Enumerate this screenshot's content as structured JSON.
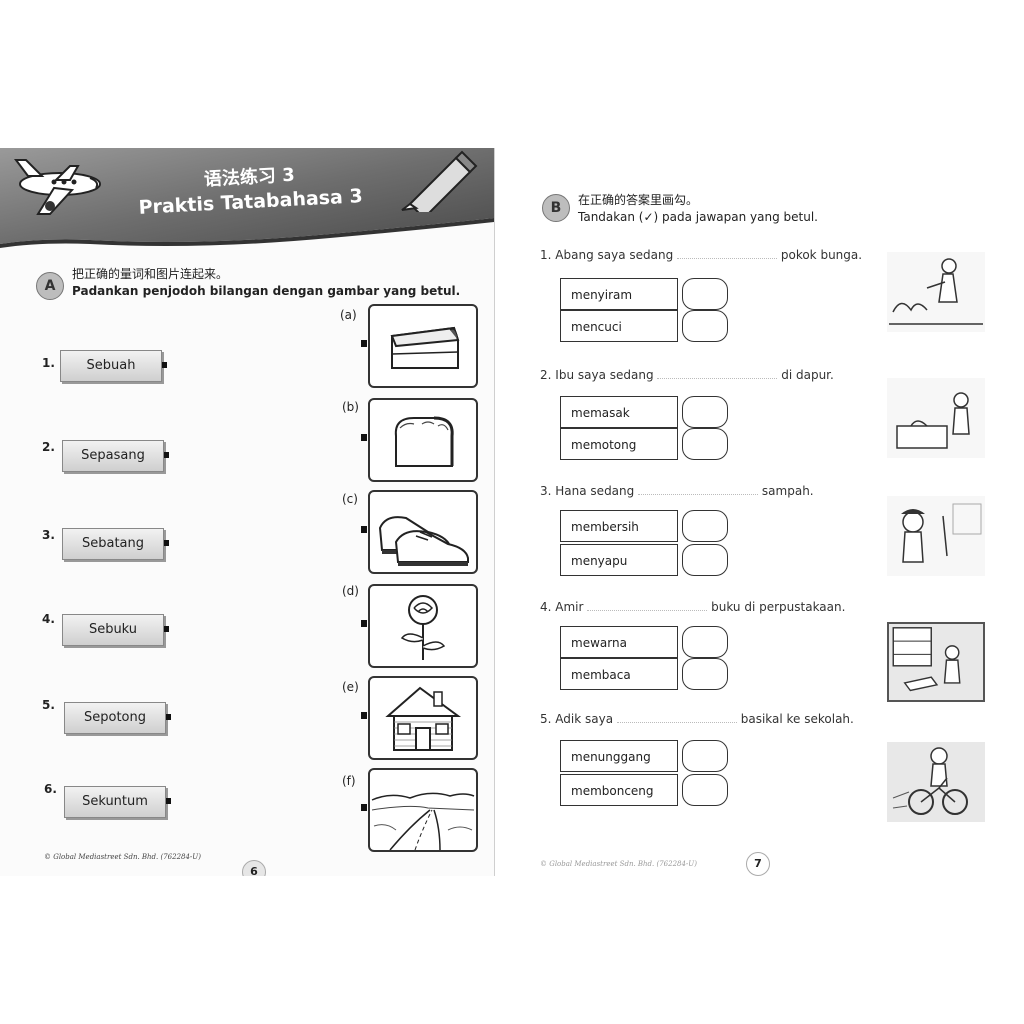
{
  "left_page": {
    "banner": {
      "title_zh": "语法练习 3",
      "title_ms": "Praktis Tatabahasa 3"
    },
    "section_a": {
      "badge": "A",
      "instruction_zh": "把正确的量词和图片连起来。",
      "instruction_ms": "Padankan penjodoh bilangan dengan gambar yang betul."
    },
    "words": [
      {
        "num": "1.",
        "text": "Sebuah"
      },
      {
        "num": "2.",
        "text": "Sepasang"
      },
      {
        "num": "3.",
        "text": "Sebatang"
      },
      {
        "num": "4.",
        "text": "Sebuku"
      },
      {
        "num": "5.",
        "text": "Sepotong"
      },
      {
        "num": "6.",
        "text": "Sekuntum"
      }
    ],
    "pictures": [
      {
        "label": "(a)",
        "icon": "cake-slice-icon"
      },
      {
        "label": "(b)",
        "icon": "bread-loaf-icon"
      },
      {
        "label": "(c)",
        "icon": "shoes-icon"
      },
      {
        "label": "(d)",
        "icon": "rose-icon"
      },
      {
        "label": "(e)",
        "icon": "house-icon"
      },
      {
        "label": "(f)",
        "icon": "road-icon"
      }
    ],
    "footer": "© Global Mediastreet Sdn. Bhd. (762284-U)",
    "page_number": "6"
  },
  "right_page": {
    "section_b": {
      "badge": "B",
      "instruction_zh": "在正确的答案里画勾。",
      "instruction_ms": "Tandakan (✓) pada jawapan yang betul."
    },
    "questions": [
      {
        "num": "1.",
        "before": "Abang saya sedang",
        "after": "pokok bunga.",
        "options": [
          "menyiram",
          "mencuci"
        ],
        "image": "boy-watering-plants"
      },
      {
        "num": "2.",
        "before": "Ibu saya sedang",
        "after": "di dapur.",
        "options": [
          "memasak",
          "memotong"
        ],
        "image": "mother-cooking"
      },
      {
        "num": "3.",
        "before": "Hana sedang",
        "after": "sampah.",
        "options": [
          "membersih",
          "menyapu"
        ],
        "image": "girl-sweeping"
      },
      {
        "num": "4.",
        "before": "Amir",
        "after": "buku di perpustakaan.",
        "options": [
          "mewarna",
          "membaca"
        ],
        "image": "boy-in-library"
      },
      {
        "num": "5.",
        "before": "Adik saya",
        "after": "basikal ke sekolah.",
        "options": [
          "menunggang",
          "membonceng"
        ],
        "image": "boy-riding-bicycle"
      }
    ],
    "footer": "© Global Mediastreet Sdn. Bhd. (762284-U)",
    "page_number": "7"
  }
}
